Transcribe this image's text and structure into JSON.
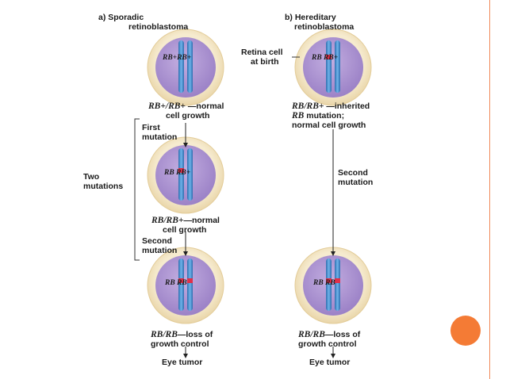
{
  "panel_a": {
    "title_line1": "a) Sporadic",
    "title_line2": "retinoblastoma",
    "cell1_text": "RB+RB+",
    "genotype1_italic": "RB+/RB+",
    "genotype1_rest": " —normal",
    "genotype1_line2": "cell growth",
    "first_mutation_line1": "First",
    "first_mutation_line2": "mutation",
    "cell2_text": "RB RB+",
    "genotype2_italic": "RB/RB+",
    "genotype2_rest": "—normal",
    "genotype2_line2": "cell growth",
    "second_mutation_line1": "Second",
    "second_mutation_line2": "mutation",
    "cell3_text": "RB RB",
    "genotype3_italic": "RB/RB",
    "genotype3_rest": "—loss of",
    "genotype3_line2": "growth control",
    "outcome": "Eye tumor",
    "bracket_line1": "Two",
    "bracket_line2": "mutations"
  },
  "panel_b": {
    "title_line1": "b) Hereditary",
    "title_line2": "retinoblastoma",
    "side_label_line1": "Retina cell",
    "side_label_line2": "at birth",
    "cell1_text": "RB RB+",
    "genotype1_italic": "RB/RB+",
    "genotype1_rest": " —inherited",
    "genotype1_line2_italic": "RB",
    "genotype1_line2_rest": " mutation;",
    "genotype1_line3": "normal cell growth",
    "second_mutation_line1": "Second",
    "second_mutation_line2": "mutation",
    "cell2_text": "RB RB",
    "genotype2_italic": "RB/RB",
    "genotype2_rest": "—loss of",
    "genotype2_line2": "growth control",
    "outcome": "Eye tumor"
  },
  "colors": {
    "cell_outer": "#f4e6c4",
    "cell_inner": "#a98fcf",
    "chromosome": "#4f97d6",
    "mutation": "#e0304a",
    "accent": "#f47b35"
  }
}
